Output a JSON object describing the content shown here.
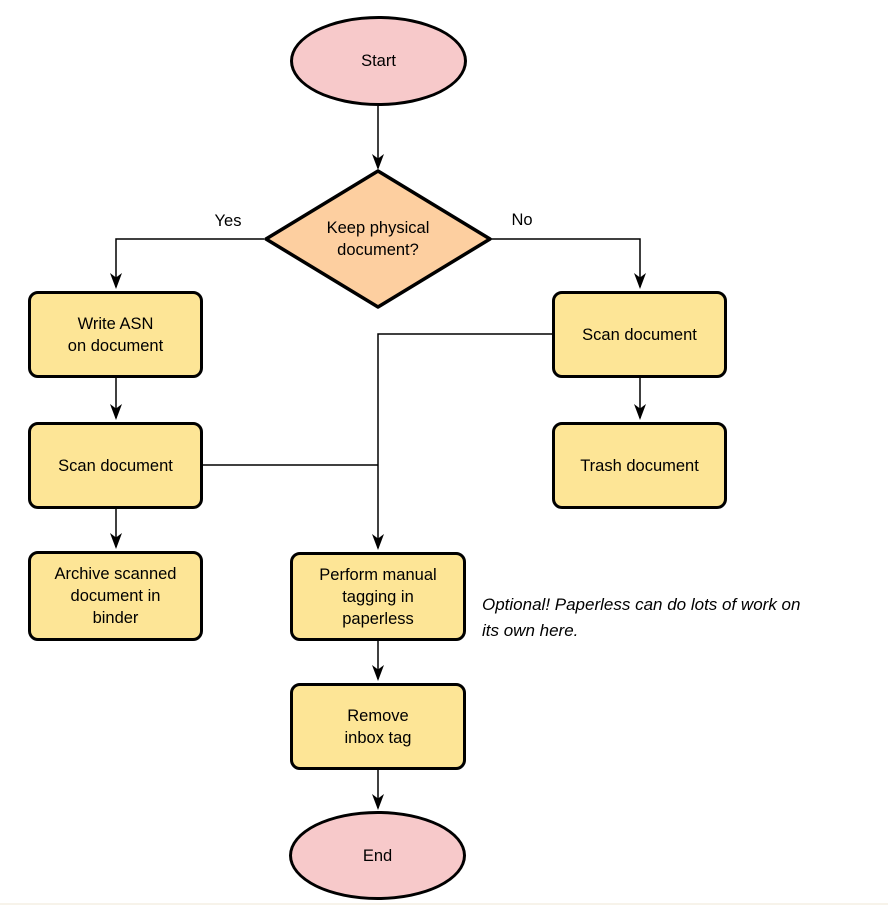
{
  "colors": {
    "terminator_fill": "#f7c9ca",
    "decision_fill": "#fdcfa0",
    "process_fill": "#fde596",
    "stroke": "#000000",
    "background": "#ffffff",
    "bottom_edge": "#f7f3ea"
  },
  "nodes": {
    "start": {
      "label": "Start"
    },
    "decision": {
      "label": "Keep physical\ndocument?"
    },
    "write_asn": {
      "label": "Write ASN\non document"
    },
    "scan_left": {
      "label": "Scan document"
    },
    "archive": {
      "label": "Archive scanned\ndocument in\nbinder"
    },
    "scan_right": {
      "label": "Scan document"
    },
    "trash": {
      "label": "Trash document"
    },
    "tagging": {
      "label": "Perform manual\ntagging in\npaperless"
    },
    "remove_inbox": {
      "label": "Remove\ninbox tag"
    },
    "end": {
      "label": "End"
    }
  },
  "edge_labels": {
    "yes": "Yes",
    "no": "No"
  },
  "note": {
    "text": "Optional! Paperless can do lots of work on\nits own here."
  }
}
